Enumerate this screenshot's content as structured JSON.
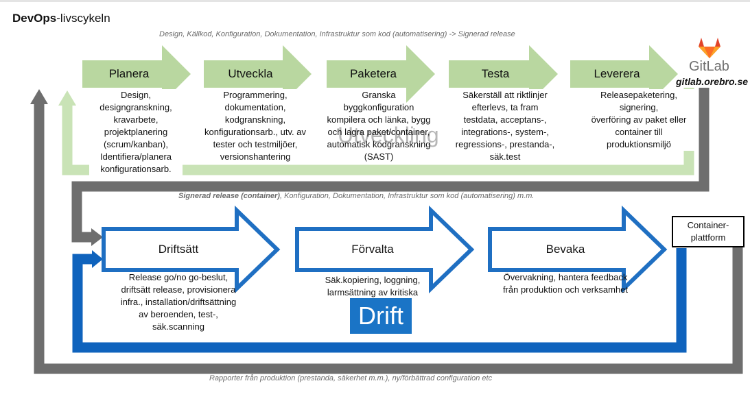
{
  "title": {
    "bold": "DevOps",
    "rest": "-livscykeln"
  },
  "captions": {
    "top": "Design, Källkod, Konfiguration, Dokumentation, Infrastruktur som kod (automatisering) -> Signerad release",
    "middle_bold": "Signerad release (container)",
    "middle_rest": ", Konfiguration, Dokumentation, Infrastruktur som kod (automatisering) m.m.",
    "bottom": "Rapporter från produktion (prestanda, säkerhet m.m.), ny/förbättrad configuration etc"
  },
  "dev_stages": [
    {
      "label": "Planera",
      "description": "Design,\ndesigngranskning,\nkravarbete,\nprojektplanering\n(scrum/kanban),\nIdentifiera/planera\nkonfigurationsarb."
    },
    {
      "label": "Utveckla",
      "description": "Programmering,\ndokumentation,\nkodgranskning,\nkonfigurationsarb., utv. av\ntester och testmiljöer,\nversionshantering"
    },
    {
      "label": "Paketera",
      "description": "Granska\nbyggkonfiguration\nkompilera och länka, bygg\noch lagra paket/container,\nautomatisk kodgranskning\n(SAST)"
    },
    {
      "label": "Testa",
      "description": "Säkerställ att riktlinjer\nefterlevs, ta fram\ntestdata, acceptans-,\nintegrations-, system-,\nregressions-, prestanda-,\nsäk.test"
    },
    {
      "label": "Leverera",
      "description": "Releasepaketering,\nsignering,\növerföring av paket eller\ncontainer till\nproduktionsmiljö"
    }
  ],
  "ops_stages": [
    {
      "label": "Driftsätt",
      "description": "Release go/no go-beslut,\ndriftsätt release, provisionera\ninfra., installation/driftsättning\nav beroenden, test-,\nsäk.scanning"
    },
    {
      "label": "Förvalta",
      "description": "Säk.kopiering, loggning,\nlarmsättning av kritiska\nmätvärden"
    },
    {
      "label": "Bevaka",
      "description": "Övervakning, hantera feedback\nfrån produktion och verksamhet"
    }
  ],
  "dev_phase_label": "Utveckling",
  "ops_phase_label": "Drift",
  "gitlab": {
    "word": "GitLab",
    "url": "gitlab.orebro.se"
  },
  "container_platform": "Container-\nplattform",
  "colors": {
    "green_arrow": "#b9d7a0",
    "green_flow": "#c9e3b6",
    "blue_arrow": "#1f6fc2",
    "blue_flow": "#0f63bd",
    "grey_flow": "#6e6e6e",
    "drift_bg": "#1a74c6"
  }
}
